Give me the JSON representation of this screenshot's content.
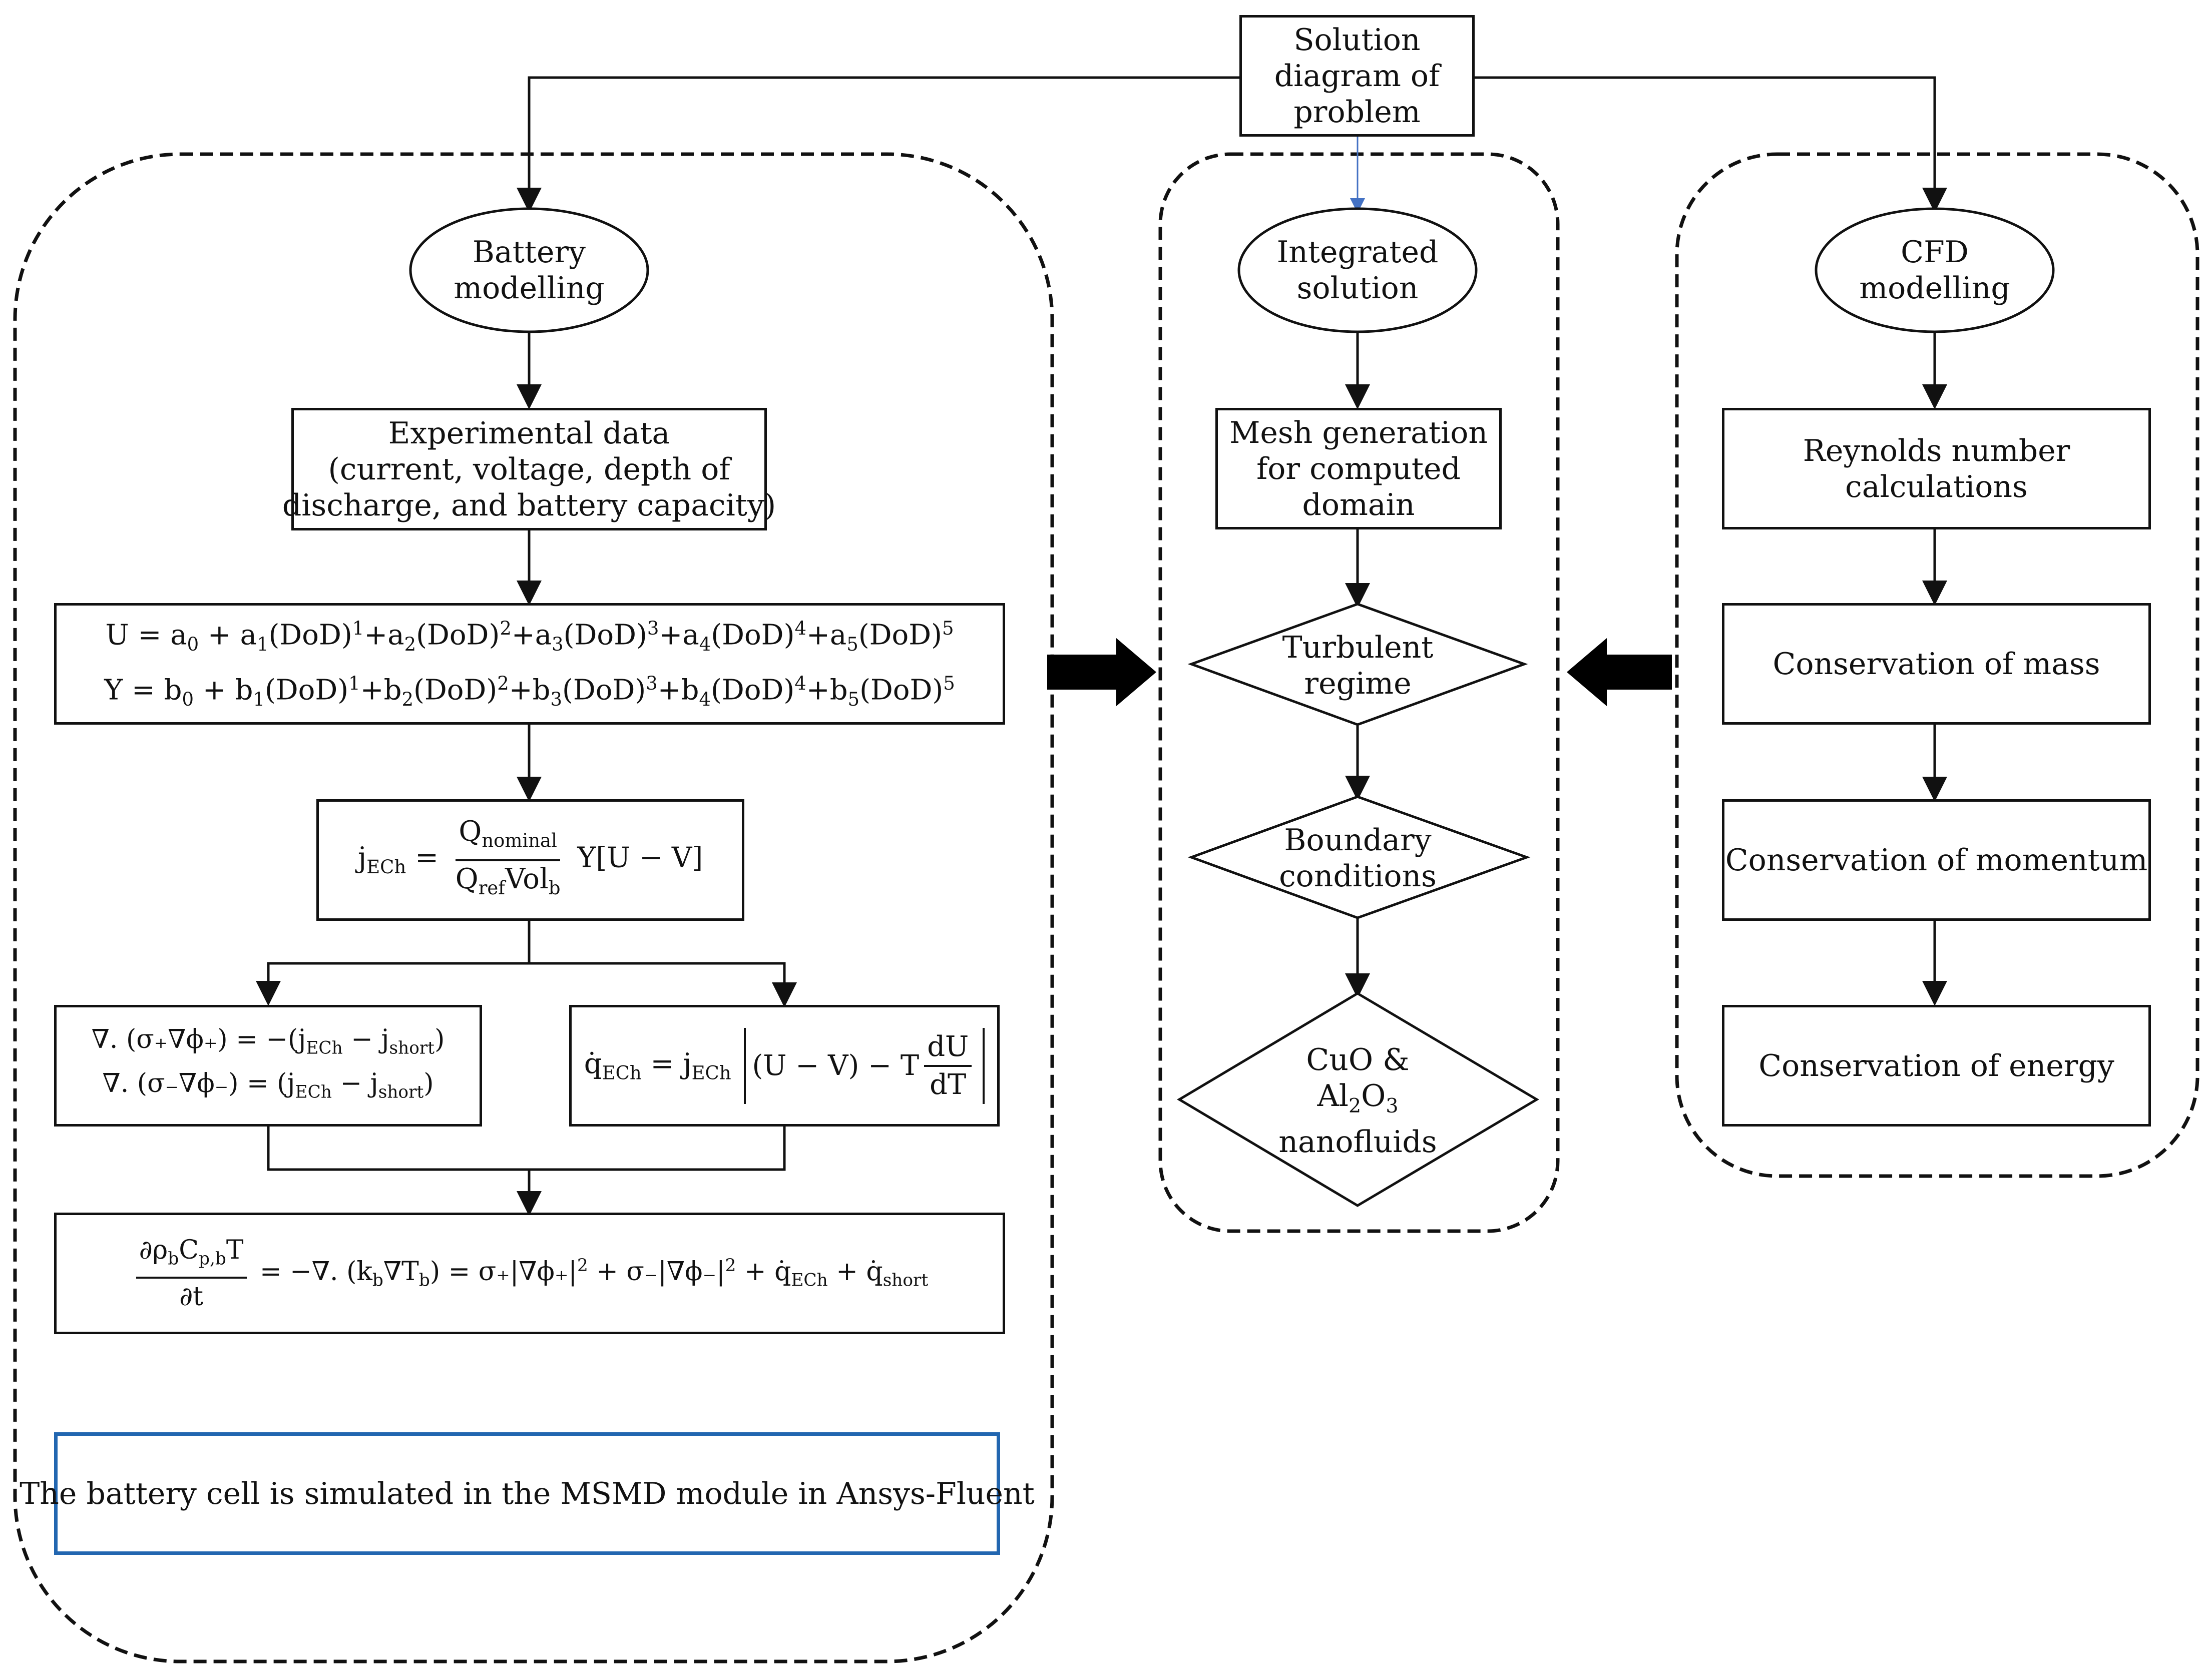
{
  "top": {
    "line1": "Solution",
    "line2": "diagram of",
    "line3": "problem"
  },
  "left": {
    "header": {
      "line1": "Battery",
      "line2": "modelling"
    },
    "experimental": {
      "line1": "Experimental data",
      "line2": "(current, voltage, depth of",
      "line3": "discharge, and battery capacity)"
    },
    "u_eq": {
      "lhs": "U = a",
      "rest": "(DoD)"
    },
    "y_eq": {
      "lhs": "Y = b",
      "rest": "(DoD)"
    },
    "jech": {
      "lhs": "j",
      "lhs_sub": "ECh",
      "eq": " = ",
      "num": "Q",
      "num_sub": "nominal",
      "den": "Q",
      "den_sub": "ref",
      "den_tail": "Vol",
      "den_tail_sub": "b",
      "rhs": "Y[U − V]"
    },
    "potential": {
      "line1": "∇. (σ₊∇ϕ₊) = −(j",
      "line1_sub1": "ECh",
      "line1_mid": " − j",
      "line1_sub2": "short",
      "line1_end": ")",
      "line2": "∇. (σ₋∇ϕ₋) = (j",
      "line2_sub1": "ECh",
      "line2_mid": " − j",
      "line2_sub2": "short",
      "line2_end": ")"
    },
    "qech": {
      "lhs": "q̇",
      "lhs_sub": "ECh",
      "eq": " = j",
      "eq_sub": "ECh",
      "inner": "(U − V) − T",
      "num": "dU",
      "den": "dT"
    },
    "energy": {
      "num": "∂ρ",
      "num_sub1": "b",
      "num_mid": "C",
      "num_sub2": "p,b",
      "num_end": "T",
      "den": "∂t",
      "rhs1": " = −∇. (k",
      "rhs_sub1": "b",
      "rhs2": "∇T",
      "rhs_sub2": "b",
      "rhs3": ") = σ₊|∇ϕ₊|",
      "sup1": "2",
      "rhs4": " + σ₋|∇ϕ₋|",
      "sup2": "2",
      "rhs5": " + q̇",
      "rhs_sub3": "ECh",
      "rhs6": " + q̇",
      "rhs_sub4": "short"
    },
    "note": "The battery cell is simulated in the MSMD module in Ansys-Fluent"
  },
  "middle": {
    "header": {
      "line1": "Integrated",
      "line2": "solution"
    },
    "mesh": {
      "line1": "Mesh generation",
      "line2": "for computed",
      "line3": "domain"
    },
    "turbulent": {
      "line1": "Turbulent",
      "line2": "regime"
    },
    "boundary": {
      "line1": "Boundary",
      "line2": "conditions"
    },
    "nano": {
      "line1": "CuO &",
      "line2_a": "Al",
      "line2_s1": "2",
      "line2_b": "O",
      "line2_s2": "3",
      "line3": "nanofluids"
    }
  },
  "right": {
    "header": {
      "line1": "CFD",
      "line2": "modelling"
    },
    "reynolds": {
      "line1": "Reynolds number",
      "line2": "calculations"
    },
    "mass": "Conservation of mass",
    "momentum": "Conservation of momentum",
    "energy": "Conservation of energy"
  },
  "colors": {
    "stroke": "#111111",
    "note_border": "#2266b0",
    "top_to_middle_arrow": "#4472c4"
  }
}
